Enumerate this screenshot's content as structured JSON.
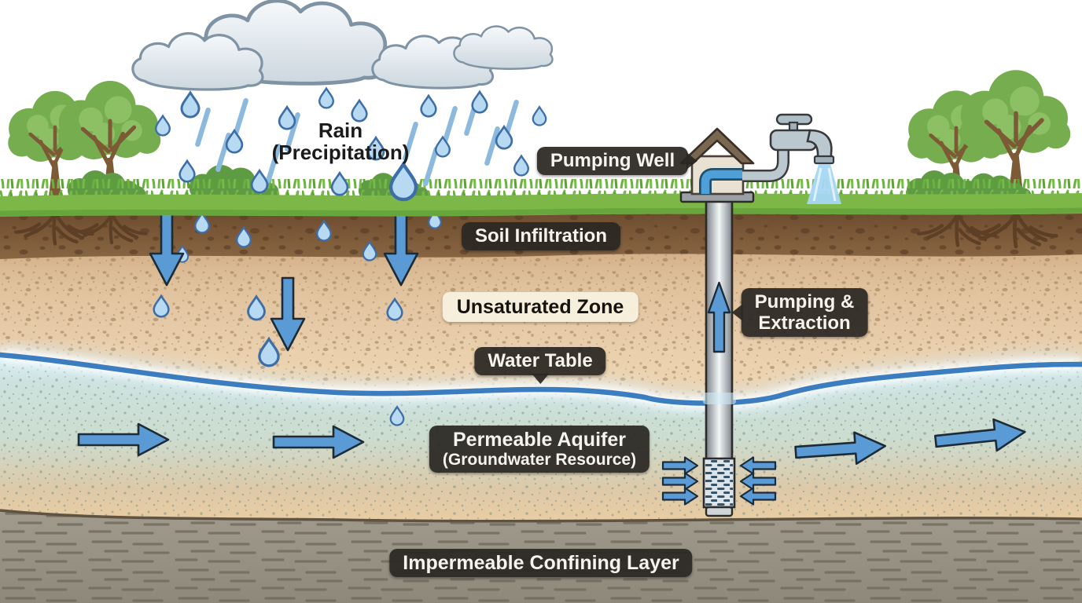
{
  "labels": {
    "rain_line1": "Rain",
    "rain_line2": "(Precipitation)",
    "pumping_well": "Pumping Well",
    "soil_infiltration": "Soil Infiltration",
    "unsaturated_zone": "Unsaturated Zone",
    "water_table": "Water Table",
    "pumping_extraction_line1": "Pumping &",
    "pumping_extraction_line2": "Extraction",
    "permeable_aquifer_line1": "Permeable Aquifer",
    "permeable_aquifer_line2": "(Groundwater Resource)",
    "impermeable_layer": "Impermeable Confining Layer"
  },
  "colors": {
    "sky": "#ffffff",
    "label_dark_bg": "#2a2722",
    "label_dark_text": "#f5f3ec",
    "label_light_bg": "#f7f1df",
    "label_light_text": "#15130f",
    "arrow_blue": "#5b9bd5",
    "grass_green": "#7cb748",
    "topsoil_brown": "#7d5a39",
    "unsaturated_tan": "#e2c6a4",
    "water_table_blue": "#3c7dc0",
    "aquifer_teal": "#cbdfd6",
    "confining_gray": "#9a9488",
    "raindrop_blue": "#b8d9f2",
    "well_pipe_gray": "#c6cbcf",
    "roof_brown": "#7a6750",
    "house_cream": "#e9e1d2",
    "tree_green": "#76ad4e",
    "water_spray": "#a6d7f4"
  }
}
